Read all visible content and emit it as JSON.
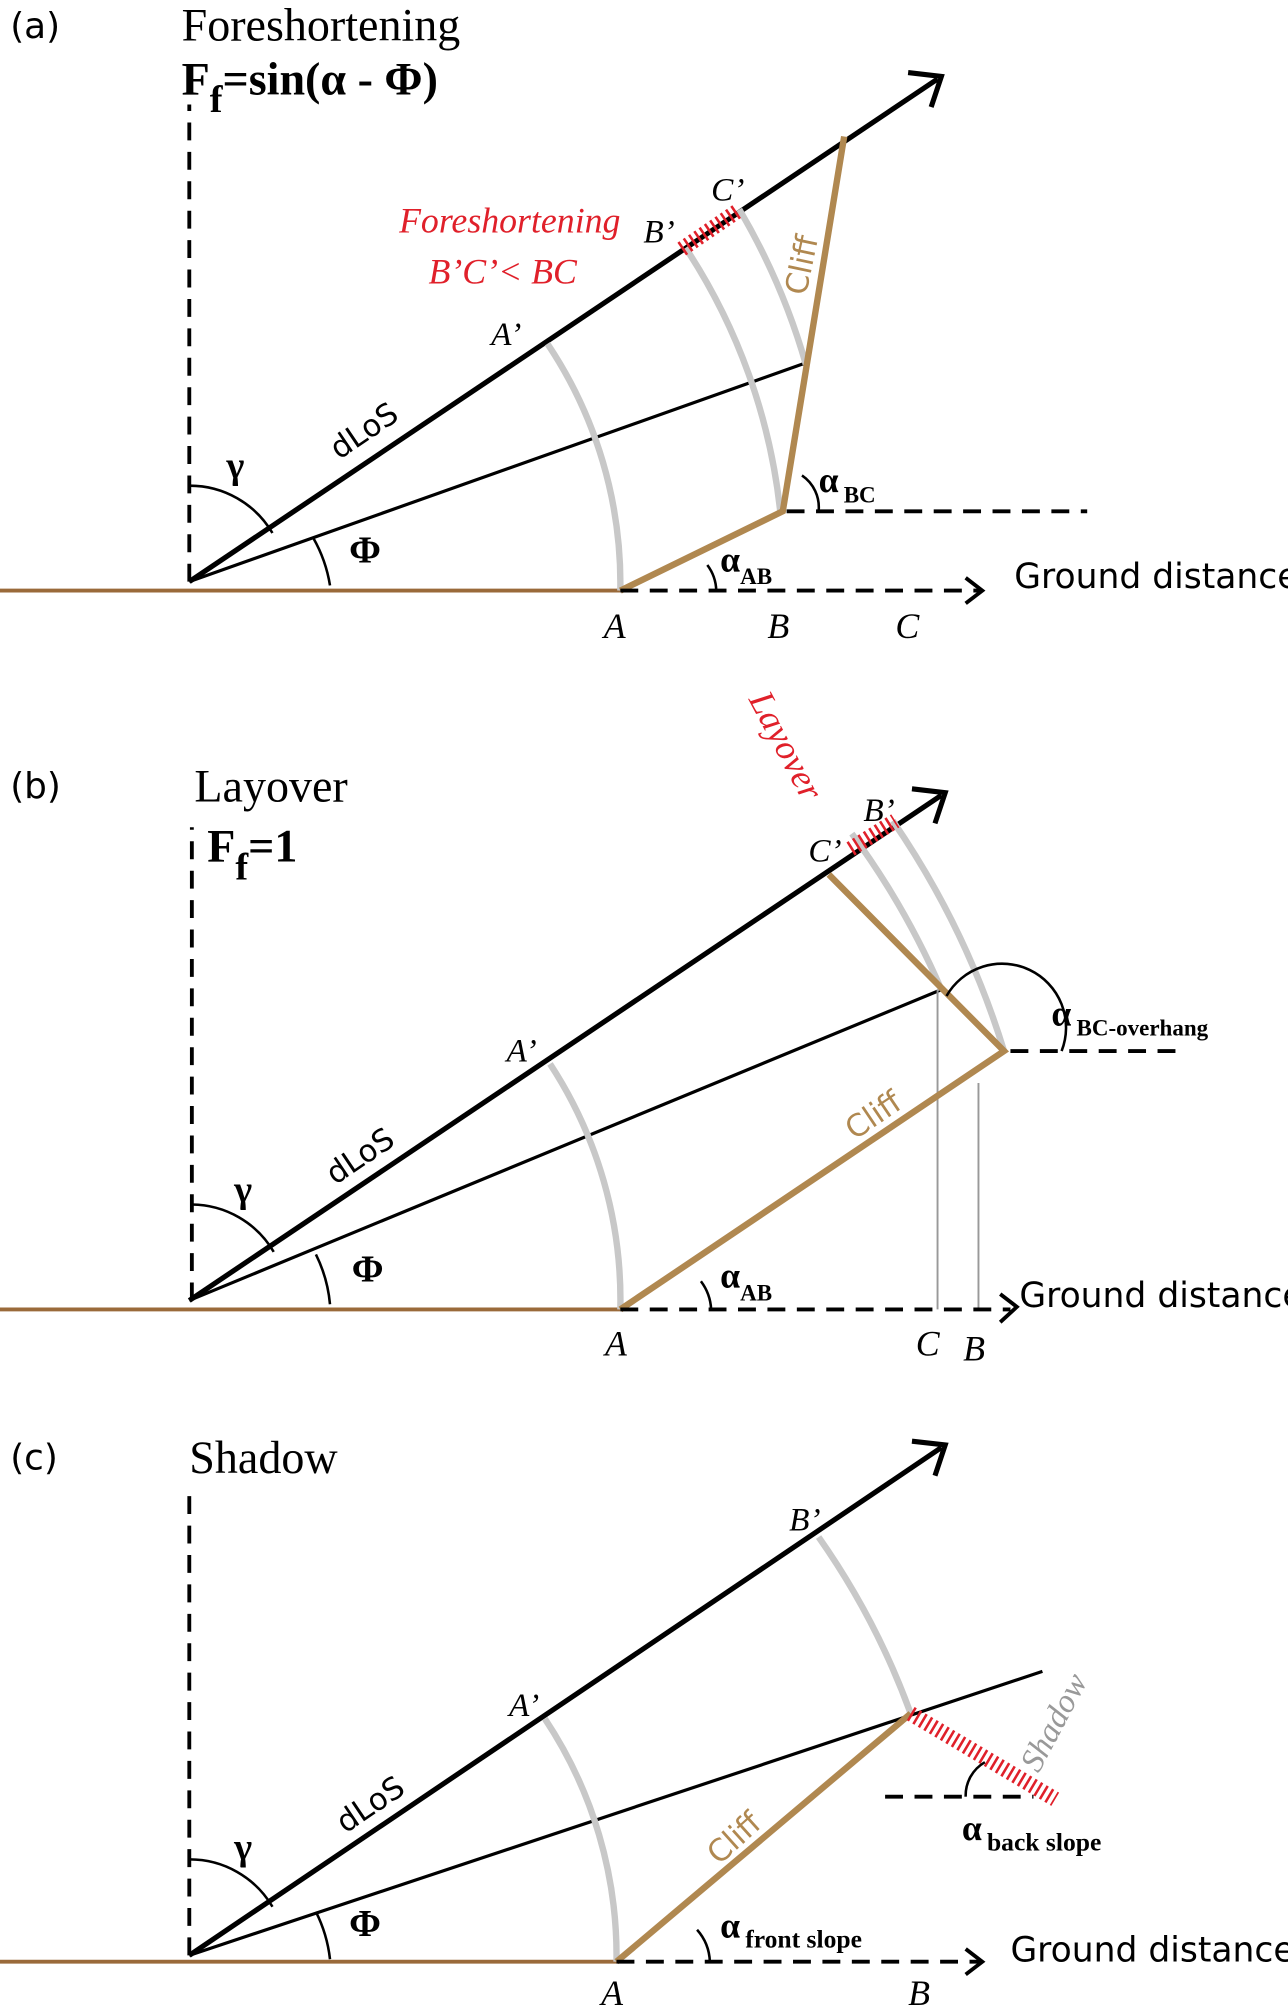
{
  "colors": {
    "ground": "#9a6a3a",
    "cliff": "#b08850",
    "arc": "#c8c8c8",
    "highlight": "#e0202a",
    "shadow_label": "#999999"
  },
  "panel_a": {
    "label": "(a)",
    "title": "Foreshortening",
    "formula_main": "F",
    "formula_sub": "f",
    "formula_rest": "=sin(α - Φ)",
    "note_line1": "Foreshortening",
    "note_line2": "B’C’< BC",
    "A_prime": "A’",
    "B_prime": "B’",
    "C_prime": "C’",
    "A": "A",
    "B": "B",
    "C": "C",
    "dlos": "dLoS",
    "gamma": "γ",
    "phi": "Φ",
    "alpha": "α",
    "alpha_bc_sub": "BC",
    "alpha_ab_sub": "AB",
    "cliff": "Cliff",
    "ground": "Ground distance"
  },
  "panel_b": {
    "label": "(b)",
    "title": "Layover",
    "formula_main": "F",
    "formula_sub": "f",
    "formula_rest": "=1",
    "note": "Layover",
    "A_prime": "A’",
    "B_prime": "B’",
    "C_prime": "C’",
    "A": "A",
    "B": "B",
    "C": "C",
    "dlos": "dLoS",
    "gamma": "γ",
    "phi": "Φ",
    "alpha": "α",
    "alpha_bc_sub": "BC-overhang",
    "alpha_ab_sub": "AB",
    "cliff": "Cliff",
    "ground": "Ground distance"
  },
  "panel_c": {
    "label": "(c)",
    "title": "Shadow",
    "A_prime": "A’",
    "B_prime": "B’",
    "A": "A",
    "B": "B",
    "dlos": "dLoS",
    "gamma": "γ",
    "phi": "Φ",
    "alpha": "α",
    "alpha_back_sub": "back slope",
    "alpha_front_sub": "front slope",
    "cliff": "Cliff",
    "shadow": "Shadow",
    "ground": "Ground distance"
  }
}
